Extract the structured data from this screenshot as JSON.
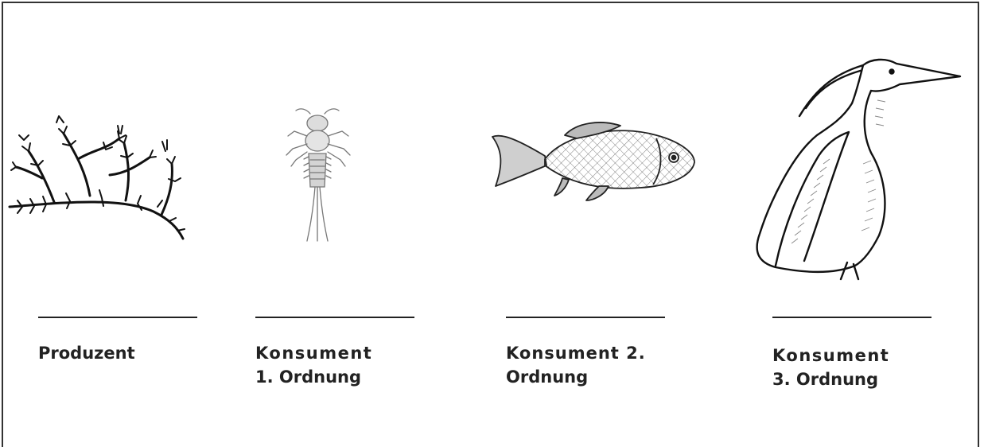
{
  "labels": {
    "produzent": {
      "line1": "Produzent"
    },
    "konsument1": {
      "line1": "Konsument",
      "line2": "1. Ordnung"
    },
    "konsument2": {
      "line1": "Konsument 2.",
      "line2": "Ordnung"
    },
    "konsument3": {
      "line1": "Konsument",
      "line2": "3. Ordnung"
    }
  },
  "illustrations": {
    "plant": "plant-icon",
    "insect": "mayfly-larva-icon",
    "fish": "fish-icon",
    "bird": "heron-icon"
  },
  "colors": {
    "ink": "#222222",
    "frame": "#333333",
    "background": "#ffffff"
  }
}
